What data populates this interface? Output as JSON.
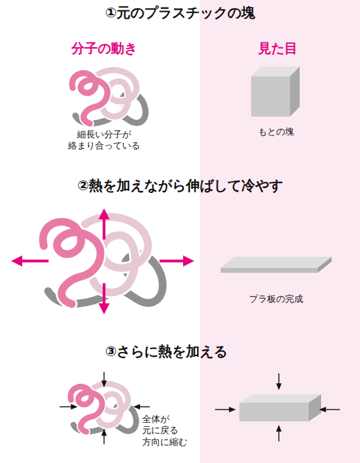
{
  "diagram": {
    "labels": [
      "①元のプラスチックの塊",
      "分子の動き",
      "見た目",
      "細長い分子が 絡まり合っている",
      "もとの塊",
      "②熱を加えながら伸ばして冷やす",
      "プラ板の完成",
      "③さらに熱を加える",
      "全体が 元に戻る 方向に縮む"
    ]
  }
}
